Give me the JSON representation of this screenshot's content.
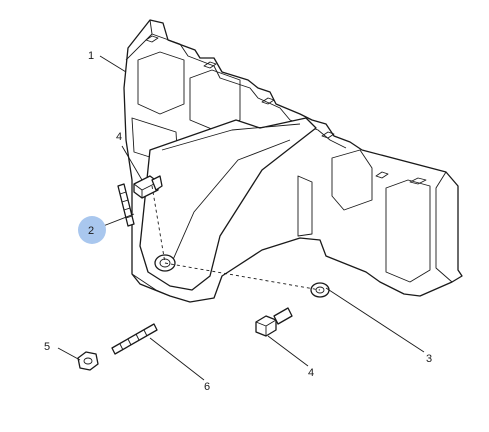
{
  "callouts": [
    {
      "id": "1",
      "label": "1"
    },
    {
      "id": "2",
      "label": "2",
      "highlighted": true
    },
    {
      "id": "3",
      "label": "3"
    },
    {
      "id": "4a",
      "label": "4"
    },
    {
      "id": "4b",
      "label": "4"
    },
    {
      "id": "5",
      "label": "5"
    },
    {
      "id": "6",
      "label": "6"
    }
  ],
  "colors": {
    "line": "#1a1a1a",
    "highlight": "#a9c7ee",
    "background": "#ffffff"
  }
}
